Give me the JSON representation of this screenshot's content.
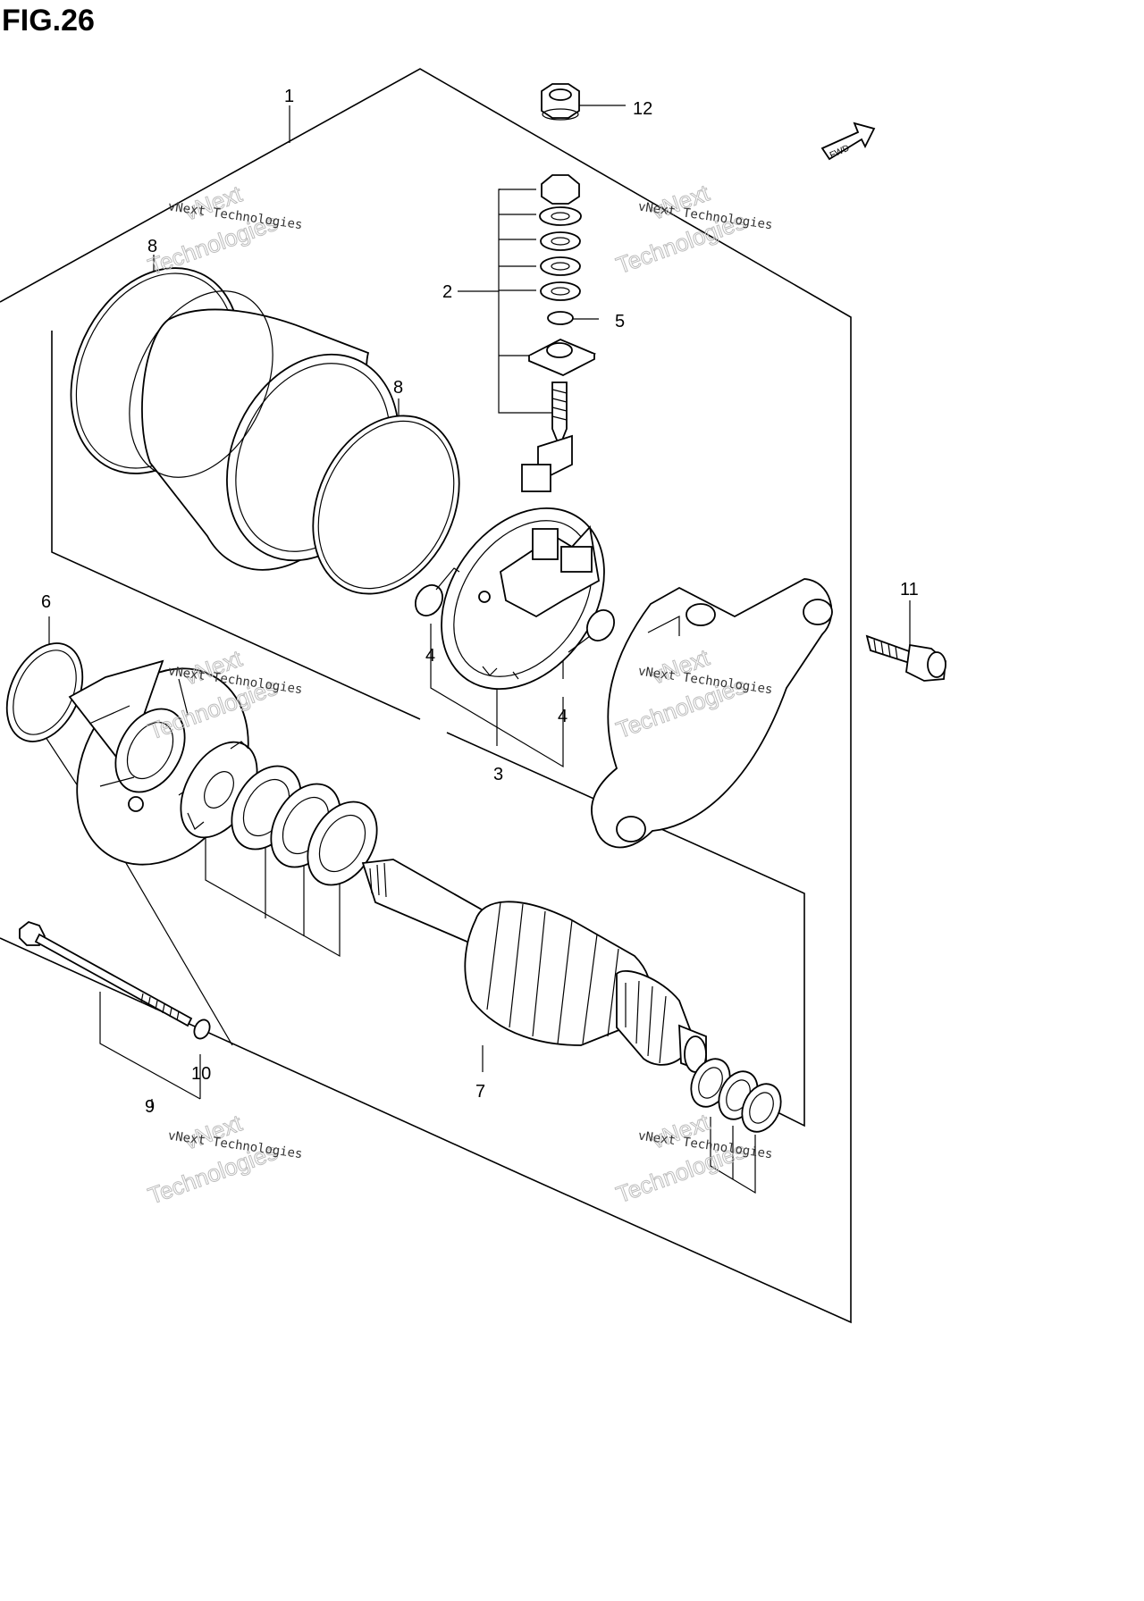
{
  "figure": {
    "title": "FIG.26"
  },
  "direction_badge": "FWD",
  "callouts": [
    "1",
    "2",
    "3",
    "4",
    "4",
    "5",
    "6",
    "7",
    "8",
    "8",
    "9",
    "10",
    "11",
    "12"
  ],
  "watermark": {
    "company": "vNext Technologies",
    "line1": "vNext",
    "line2": "Technologies"
  }
}
